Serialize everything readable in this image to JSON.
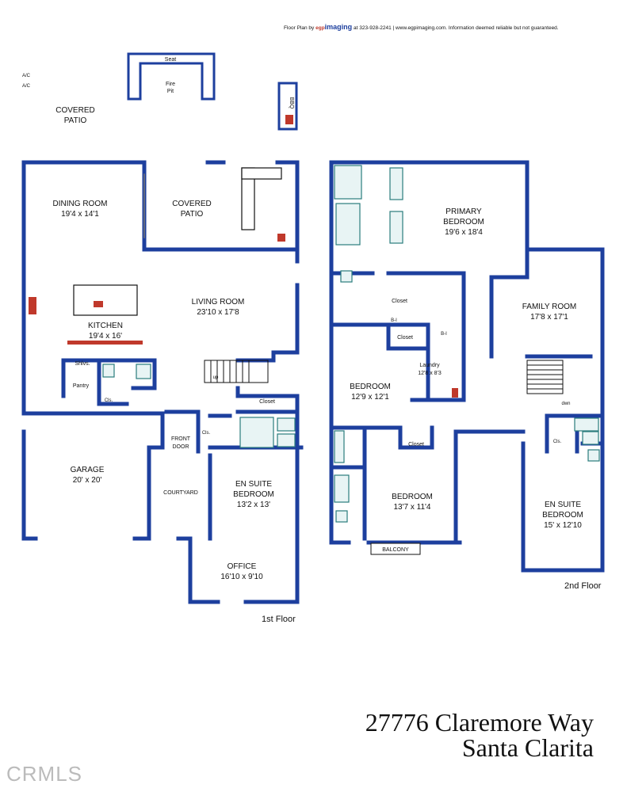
{
  "header": {
    "credit_prefix": "Floor Plan by",
    "brand_mark": "egp",
    "brand": "imaging",
    "credit_suffix": "at 323-928-2241 | www.egpimaging.com. Information deemed reliable but not guaranteed."
  },
  "exterior": {
    "ac1": "A/C",
    "ac2": "A/C",
    "seat": "Seat",
    "fire_pit_1": "Fire",
    "fire_pit_2": "Pit",
    "bbq": "BBQ",
    "covered_patio_1": "COVERED",
    "covered_patio_2": "PATIO"
  },
  "first_floor": {
    "floor_label": "1st Floor",
    "rooms": {
      "dining_name": "DINING ROOM",
      "dining_dim": "19'4 x 14'1",
      "patio_name_1": "COVERED",
      "patio_name_2": "PATIO",
      "living_name": "LIVING ROOM",
      "living_dim": "23'10 x 17'8",
      "kitchen_name": "KITCHEN",
      "kitchen_dim": "19'4 x 16'",
      "shlvs": "Shlvs.",
      "pantry": "Pantry",
      "cls1": "Cls.",
      "cls2": "Cls.",
      "closet": "Closet",
      "up": "up",
      "garage_name": "GARAGE",
      "garage_dim": "20' x 20'",
      "front_door_1": "FRONT",
      "front_door_2": "DOOR",
      "courtyard": "COURTYARD",
      "ensuite_1": "EN SUITE",
      "ensuite_2": "BEDROOM",
      "ensuite_dim": "13'2 x 13'",
      "office_name": "OFFICE",
      "office_dim": "16'10 x 9'10"
    }
  },
  "second_floor": {
    "floor_label": "2nd Floor",
    "rooms": {
      "primary_1": "PRIMARY",
      "primary_2": "BEDROOM",
      "primary_dim": "19'6 x 18'4",
      "closet_main": "Closet",
      "bi1": "B-I",
      "bi2": "B-I",
      "closet_small": "Closet",
      "laundry_name": "Laundry",
      "laundry_dim": "12'8 x 8'3",
      "family_name": "FAMILY ROOM",
      "family_dim": "17'8 x 17'1",
      "bed1_name": "BEDROOM",
      "bed1_dim": "12'9 x 12'1",
      "closet3": "Closet",
      "bed2_name": "BEDROOM",
      "bed2_dim": "13'7 x 11'4",
      "balcony": "BALCONY",
      "dwn": "dwn",
      "cls": "Cls.",
      "ensuite_1": "EN SUITE",
      "ensuite_2": "BEDROOM",
      "ensuite_dim": "15' x 12'10"
    }
  },
  "address": {
    "line1": "27776 Claremore Way",
    "line2": "Santa Clarita"
  },
  "watermark": "CRMLS",
  "colors": {
    "wall": "#1d3f9e",
    "fixture": "#2a7d7d",
    "appliance": "#c0392b"
  }
}
